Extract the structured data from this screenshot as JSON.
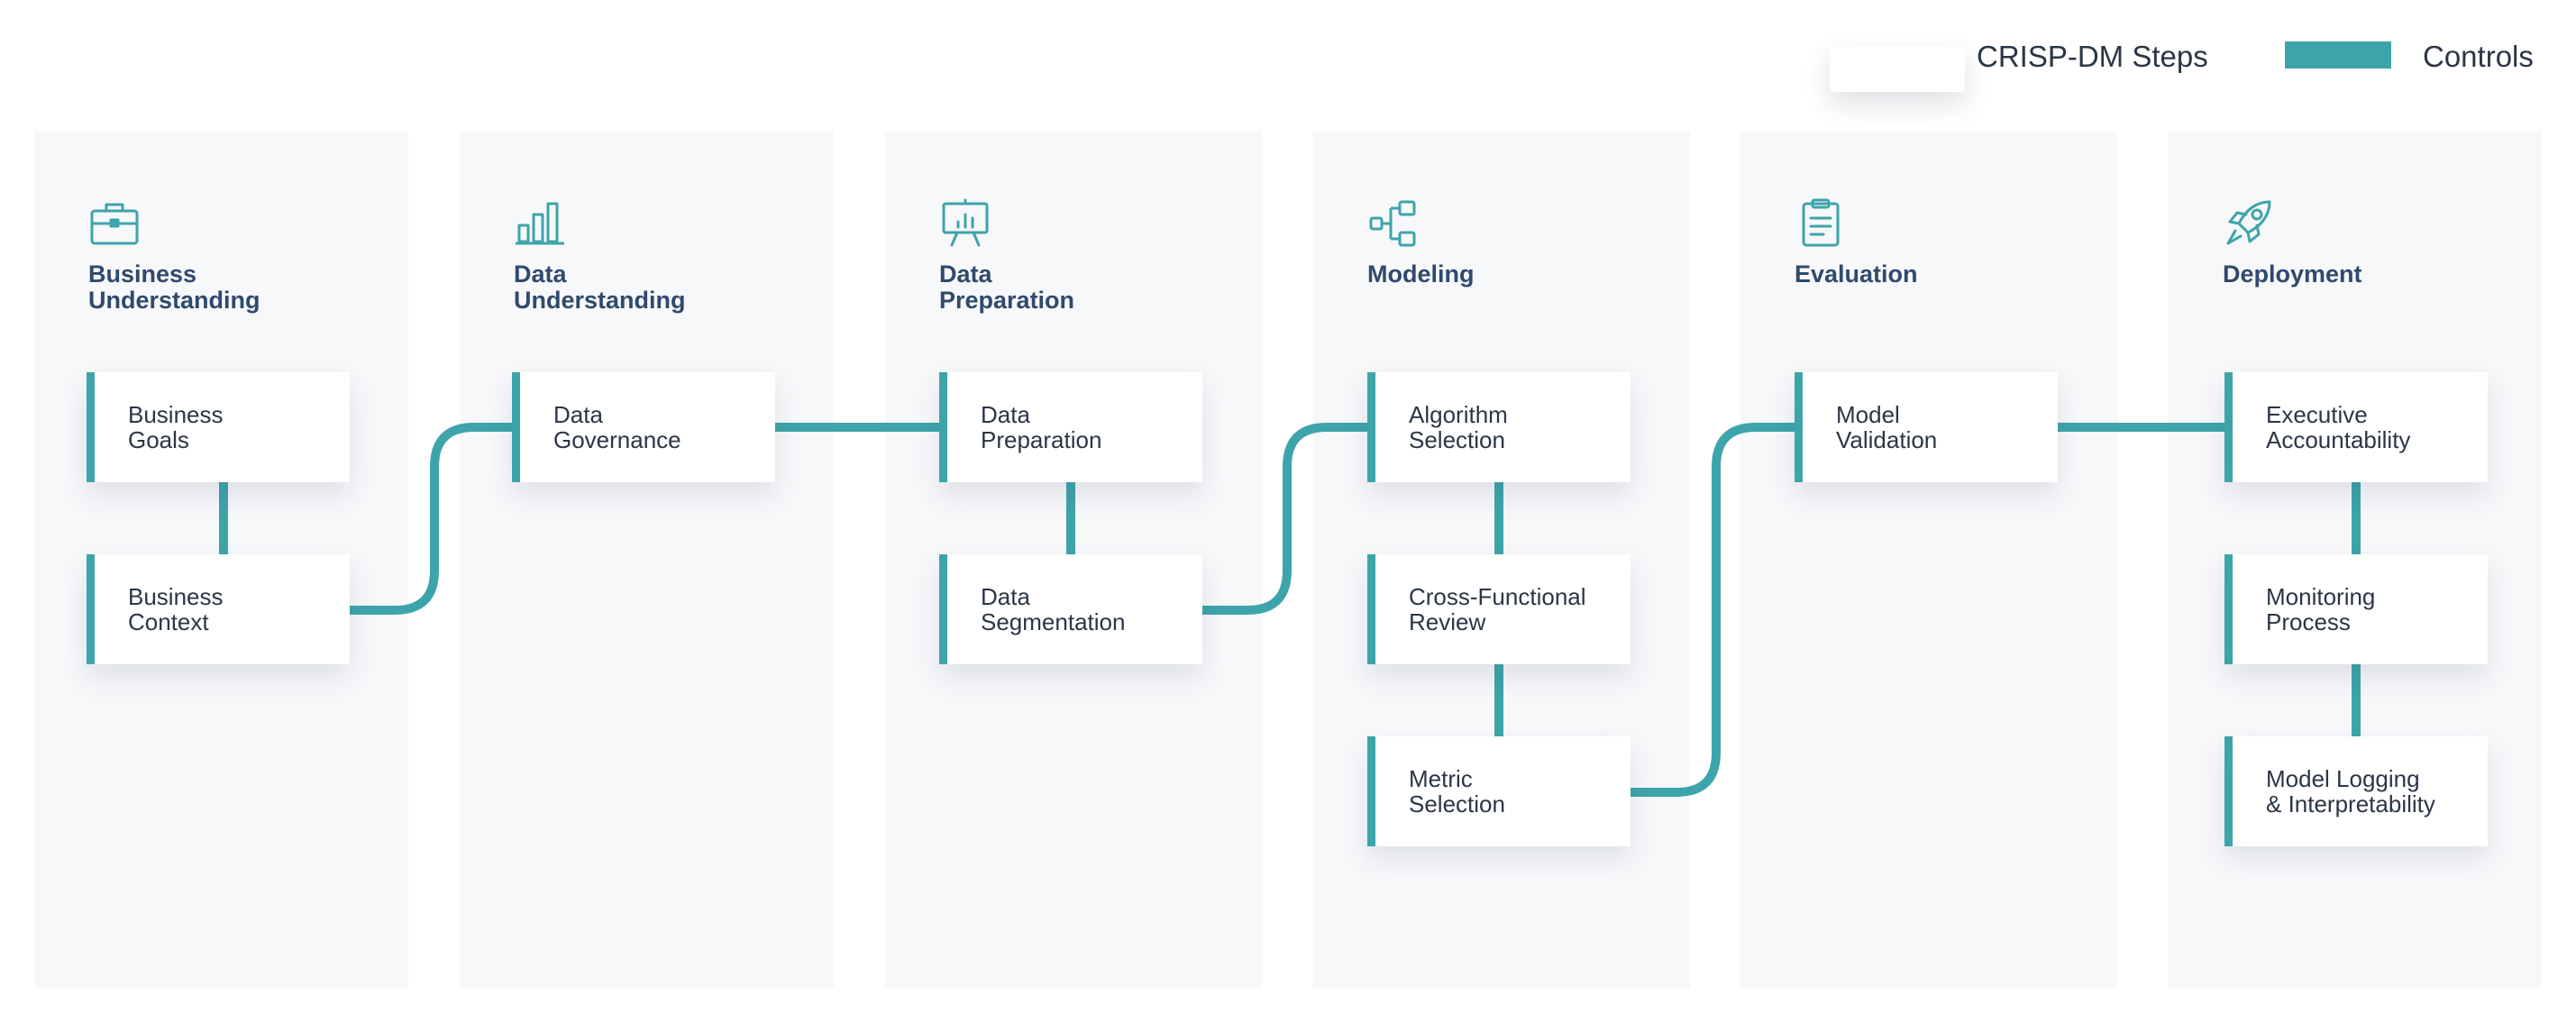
{
  "legend": {
    "steps_label": "CRISP-DM Steps",
    "controls_label": "Controls"
  },
  "colors": {
    "accent": "#3ea4ab",
    "title": "#2f4a6d",
    "column_bg": "#f7f8fa",
    "text": "#2b3645"
  },
  "columns": [
    {
      "title": "Business\nUnderstanding",
      "icon": "briefcase-icon"
    },
    {
      "title": "Data\nUnderstanding",
      "icon": "bar-chart-icon"
    },
    {
      "title": "Data\nPreparation",
      "icon": "presentation-board-icon"
    },
    {
      "title": "Modeling",
      "icon": "hierarchy-nodes-icon"
    },
    {
      "title": "Evaluation",
      "icon": "clipboard-icon"
    },
    {
      "title": "Deployment",
      "icon": "rocket-icon"
    }
  ],
  "controls": {
    "business_goals": "Business\nGoals",
    "business_context": "Business\nContext",
    "data_governance": "Data\nGovernance",
    "data_preparation": "Data\nPreparation",
    "data_segmentation": "Data\nSegmentation",
    "algorithm_selection": "Algorithm\nSelection",
    "cross_functional_review": "Cross-Functional\nReview",
    "metric_selection": "Metric\nSelection",
    "model_validation": "Model\nValidation",
    "executive_accountability": "Executive\nAccountability",
    "monitoring_process": "Monitoring\nProcess",
    "model_logging": "Model Logging\n& Interpretability"
  }
}
